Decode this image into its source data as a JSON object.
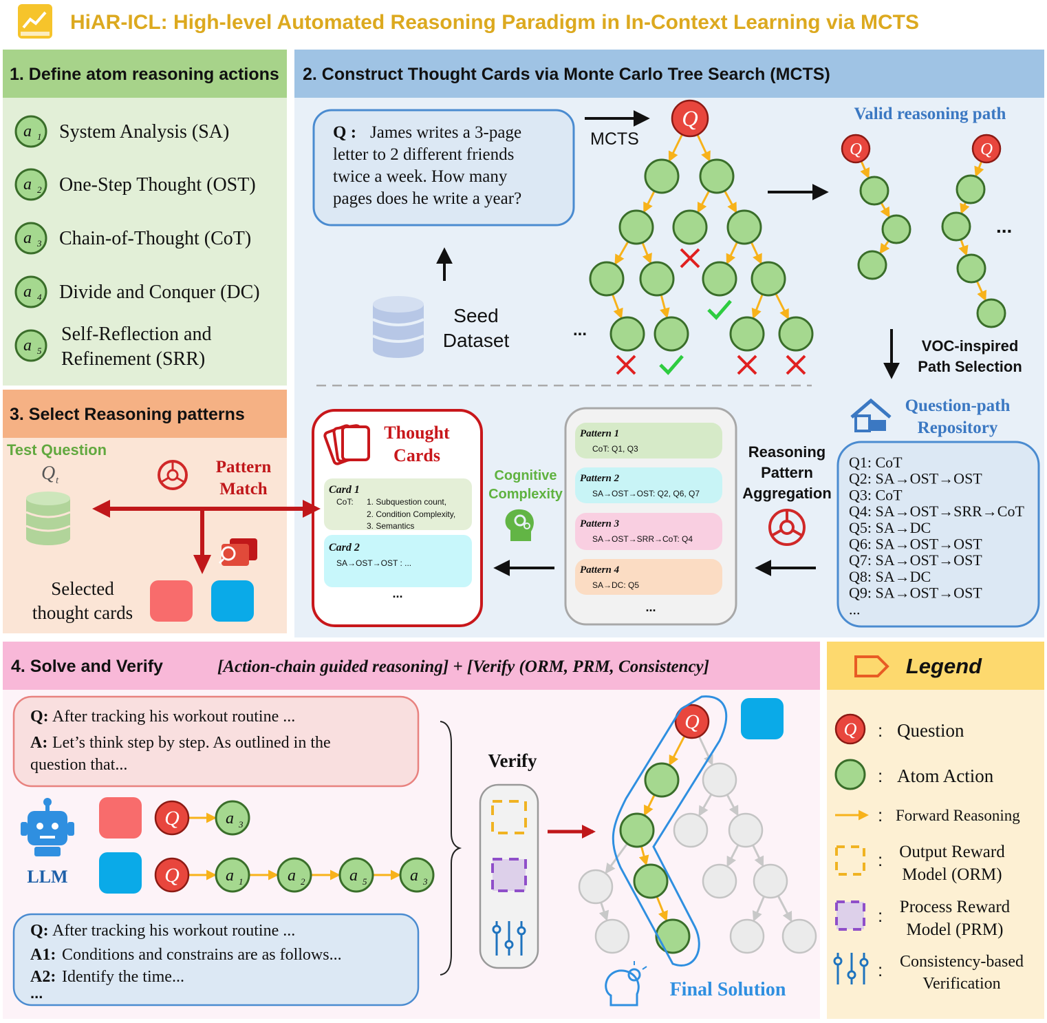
{
  "title": "HiAR-ICL: High-level Automated Reasoning Paradigm in In-Context Learning via MCTS",
  "colors": {
    "title": "#dca91f",
    "green_node": "#a5d88f",
    "green_stroke": "#3a6e2a",
    "q_red": "#e8463d",
    "arrow_orange": "#f7b21a",
    "blue": "#1e73be",
    "dark_red": "#c0171a"
  },
  "section1": {
    "header": "1. Define atom reasoning actions",
    "actions": [
      {
        "sym": "a",
        "sub": "1",
        "label": "System Analysis (SA)"
      },
      {
        "sym": "a",
        "sub": "2",
        "label": "One-Step Thought (OST)"
      },
      {
        "sym": "a",
        "sub": "3",
        "label": "Chain-of-Thought (CoT)"
      },
      {
        "sym": "a",
        "sub": "4",
        "label": "Divide and Conquer (DC)"
      },
      {
        "sym": "a",
        "sub": "5",
        "label_line1": "Self-Reflection and",
        "label_line2": "Refinement (SRR)"
      }
    ]
  },
  "section2": {
    "header": "2. Construct Thought Cards via Monte Carlo Tree Search (MCTS)",
    "question_label": "Q :",
    "question_lines": [
      "James writes a 3-page",
      "letter to 2 different friends",
      "twice a week.  How many",
      "pages does he write a year?"
    ],
    "mcts_label": "MCTS",
    "seed_line1": "Seed",
    "seed_line2": "Dataset",
    "dots": "...",
    "valid_path": "Valid reasoning path",
    "voc_line1": "VOC-inspired",
    "voc_line2": "Path Selection",
    "repo_line1": "Question-path",
    "repo_line2": "Repository",
    "repo_items": [
      "Q1: CoT",
      "Q2: SA→OST→OST",
      "Q3: CoT",
      "Q4: SA→OST→SRR→CoT",
      "Q5: SA→DC",
      "Q6: SA→OST→OST",
      "Q7: SA→OST→OST",
      "Q8: SA→DC",
      "Q9: SA→OST→OST",
      "..."
    ],
    "rpa_line1": "Reasoning",
    "rpa_line2": "Pattern",
    "rpa_line3": "Aggregation",
    "patterns": [
      {
        "name": "Pattern 1",
        "body": "CoT:  Q1, Q3"
      },
      {
        "name": "Pattern 2",
        "body": "SA→OST→OST:  Q2, Q6, Q7"
      },
      {
        "name": "Pattern 3",
        "body": "SA→OST→SRR→CoT:  Q4"
      },
      {
        "name": "Pattern 4",
        "body": "SA→DC:  Q5"
      }
    ],
    "patterns_more": "...",
    "cog_line1": "Cognitive",
    "cog_line2": "Complexity",
    "cards_title_line1": "Thought",
    "cards_title_line2": "Cards",
    "card1_name": "Card 1",
    "card1_key": "CoT:",
    "card1_items": [
      "1. Subquestion count,",
      "2. Condition Complexity,",
      "3. Semantics"
    ],
    "card2_name": "Card 2",
    "card2_body": "SA→OST→OST :  ...",
    "cards_more": "..."
  },
  "section3": {
    "header": "3. Select Reasoning patterns",
    "test_question": "Test Question",
    "qt": "Q",
    "qt_sub": "t",
    "pattern_line1": "Pattern",
    "pattern_line2": "Match",
    "selected_line1": "Selected",
    "selected_line2": "thought cards"
  },
  "section4": {
    "header": "4. Solve and Verify",
    "subheader": "[Action-chain guided reasoning] + [Verify (ORM, PRM, Consistency]",
    "box1_q_label": "Q:",
    "box1_q": "After tracking his workout routine ...",
    "box1_a_label": "A:",
    "box1_a_line1": "Let’s think step by step. As outlined in the",
    "box1_a_line2": "question that...",
    "llm": "LLM",
    "box2_q_label": "Q:",
    "box2_q": "After tracking his workout routine ...",
    "box2_a1_label": "A1:",
    "box2_a1": "Conditions and constrains are as follows...",
    "box2_a2_label": "A2:",
    "box2_a2": "Identify the time...",
    "box2_more": "...",
    "verify": "Verify",
    "final_solution": "Final Solution"
  },
  "legend": {
    "title": "Legend",
    "question": "Question",
    "atom_action": "Atom Action",
    "forward": "Forward Reasoning",
    "orm_line1": "Output Reward",
    "orm_line2": "Model (ORM)",
    "prm_line1": "Process Reward",
    "prm_line2": "Model (PRM)",
    "cons_line1": "Consistency-based",
    "cons_line2": "Verification",
    "colon": ":"
  },
  "q_letter": "Q"
}
